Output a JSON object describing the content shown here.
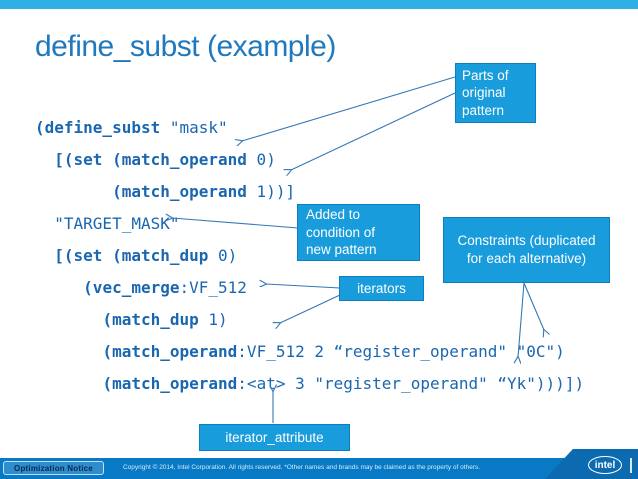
{
  "slide": {
    "title": "define_subst (example)"
  },
  "code": {
    "lines": [
      [
        {
          "t": "(define_subst",
          "b": 1
        },
        {
          "t": " \"mask\"",
          "b": 0
        }
      ],
      [
        {
          "t": "  ",
          "b": 0
        },
        {
          "t": "[(set (match_operand",
          "b": 1
        },
        {
          "t": " 0)",
          "b": 0
        }
      ],
      [
        {
          "t": "        ",
          "b": 0
        },
        {
          "t": "(match_operand",
          "b": 1
        },
        {
          "t": " 1))]",
          "b": 0
        }
      ],
      [
        {
          "t": "  \"TARGET_MASK\"",
          "b": 0
        }
      ],
      [
        {
          "t": "  ",
          "b": 0
        },
        {
          "t": "[(set (match_dup",
          "b": 1
        },
        {
          "t": " 0)",
          "b": 0
        }
      ],
      [
        {
          "t": "     ",
          "b": 0
        },
        {
          "t": "(vec_merge",
          "b": 1
        },
        {
          "t": ":VF_512",
          "b": 0
        }
      ],
      [
        {
          "t": "       ",
          "b": 0
        },
        {
          "t": "(match_dup",
          "b": 1
        },
        {
          "t": " 1)",
          "b": 0
        }
      ],
      [
        {
          "t": "       ",
          "b": 0
        },
        {
          "t": "(match_operand",
          "b": 1
        },
        {
          "t": ":VF_512 2 “register_operand\" \"0C\")",
          "b": 0
        }
      ],
      [
        {
          "t": "       ",
          "b": 0
        },
        {
          "t": "(match_operand",
          "b": 1
        },
        {
          "t": ":<at> 3 \"register_operand\" “Yk\")))])",
          "b": 0
        }
      ]
    ]
  },
  "callouts": {
    "parts": "Parts of original pattern",
    "added": "Added to condition of new pattern",
    "constraints": "Constraints (duplicated for each alternative)",
    "iterators": "iterators",
    "iterator_attribute": "iterator_attribute"
  },
  "footer": {
    "notice_label": "Optimization Notice",
    "copyright": "Copyright © 2014, Intel Corporation. All rights reserved. *Other names and brands may be claimed as the property of others.",
    "logo_text": "intel"
  },
  "colors": {
    "top_bar": "#2EAFE6",
    "title_text": "#1F79BE",
    "code_text": "#1A67B0",
    "callout_fill": "#189CDB",
    "callout_border": "#0D7EC2",
    "arrow": "#3478B6",
    "footer_bar": "#0879C4",
    "footer_trapezoid": "#0C6AB0"
  }
}
